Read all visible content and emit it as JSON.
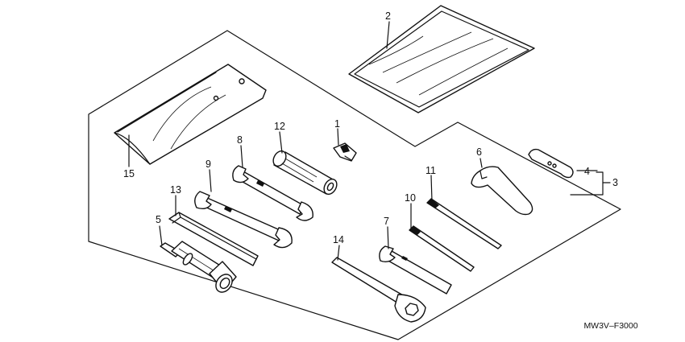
{
  "diagram": {
    "code": "MW3V–F3000",
    "callouts": [
      {
        "id": "c1",
        "text": "1"
      },
      {
        "id": "c2",
        "text": "2"
      },
      {
        "id": "c3",
        "text": "3"
      },
      {
        "id": "c4",
        "text": "4"
      },
      {
        "id": "c5",
        "text": "5"
      },
      {
        "id": "c6",
        "text": "6"
      },
      {
        "id": "c7",
        "text": "7"
      },
      {
        "id": "c8",
        "text": "8"
      },
      {
        "id": "c9",
        "text": "9"
      },
      {
        "id": "c10",
        "text": "10"
      },
      {
        "id": "c11",
        "text": "11"
      },
      {
        "id": "c12",
        "text": "12"
      },
      {
        "id": "c13",
        "text": "13"
      },
      {
        "id": "c14",
        "text": "14"
      },
      {
        "id": "c15",
        "text": "15"
      }
    ]
  }
}
